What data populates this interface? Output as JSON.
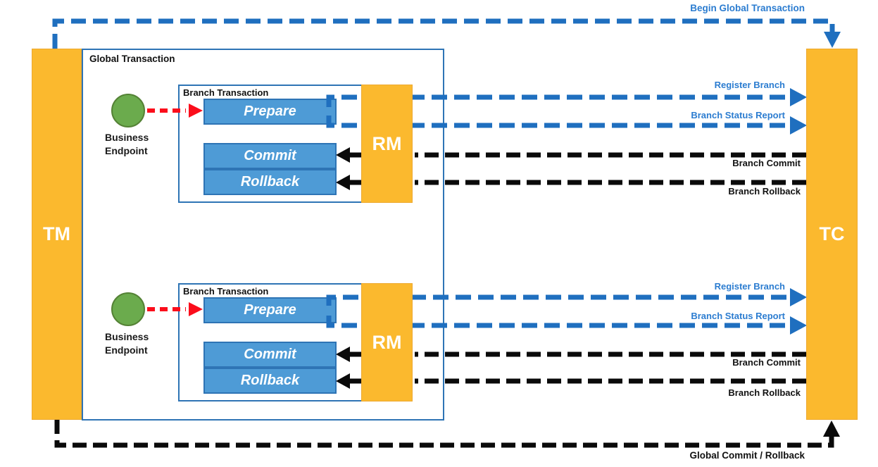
{
  "colors": {
    "orange": "#FBB92E",
    "orange_border": "#EDA930",
    "box_blue": "#4E9BD6",
    "box_blue_border": "#2E74B5",
    "line_blue": "#1F6FBF",
    "label_blue": "#2B7CD0",
    "green": "#6BAB4D",
    "green_border": "#548235",
    "red": "#FB0D1B",
    "black": "#0A0A0A"
  },
  "actors": {
    "tm": "TM",
    "tc": "TC",
    "rm": "RM"
  },
  "containers": {
    "global_transaction": "Global Transaction",
    "branch_transaction": "Branch Transaction"
  },
  "process_boxes": {
    "prepare": "Prepare",
    "commit": "Commit",
    "rollback": "Rollback"
  },
  "business_endpoint": {
    "line1": "Business",
    "line2": "Endpoint"
  },
  "messages": {
    "begin_global_transaction": "Begin Global Transaction",
    "register_branch": "Register Branch",
    "branch_status_report": "Branch Status Report",
    "branch_commit": "Branch Commit",
    "branch_rollback": "Branch Rollback",
    "global_commit_rollback": "Global Commit / Rollback"
  }
}
